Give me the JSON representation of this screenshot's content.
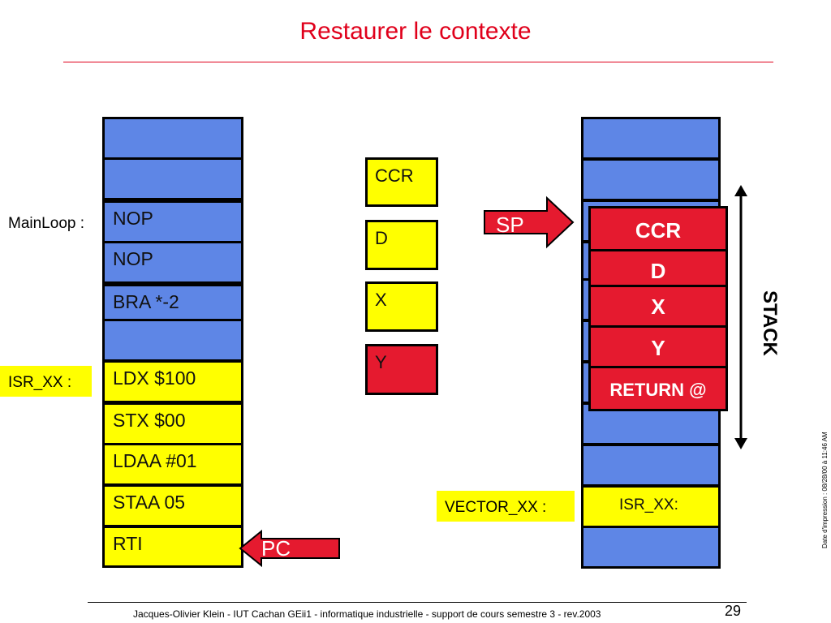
{
  "title": "Restaurer le contexte",
  "memory": {
    "rows": [
      "",
      "",
      "NOP",
      "NOP",
      "BRA *-2",
      "",
      "LDX $100",
      "STX $00",
      "LDAA #01",
      "STAA 05",
      "RTI"
    ]
  },
  "labels": {
    "mainloop": "MainLoop :",
    "isr": "ISR_XX :",
    "vector": "VECTOR_XX :"
  },
  "registers": [
    "CCR",
    "D",
    "X",
    "Y"
  ],
  "pointers": {
    "sp": "SP",
    "pc": "PC"
  },
  "stack": {
    "frame": [
      "CCR",
      "D",
      "X",
      "Y",
      "RETURN @"
    ],
    "vector_cell": "ISR_XX:",
    "label": "STACK"
  },
  "colors": {
    "title_red": "#e0001b",
    "cell_blue": "#5e86e6",
    "cell_yellow": "#ffff00",
    "stack_red": "#e51a2f"
  },
  "footer": {
    "text": "Jacques-Olivier Klein - IUT Cachan GEii1 - informatique industrielle - support de cours semestre 3 - rev.2003",
    "page": "29",
    "side_note": "Date d'impression : 08/28/00 à 11:46 AM"
  }
}
